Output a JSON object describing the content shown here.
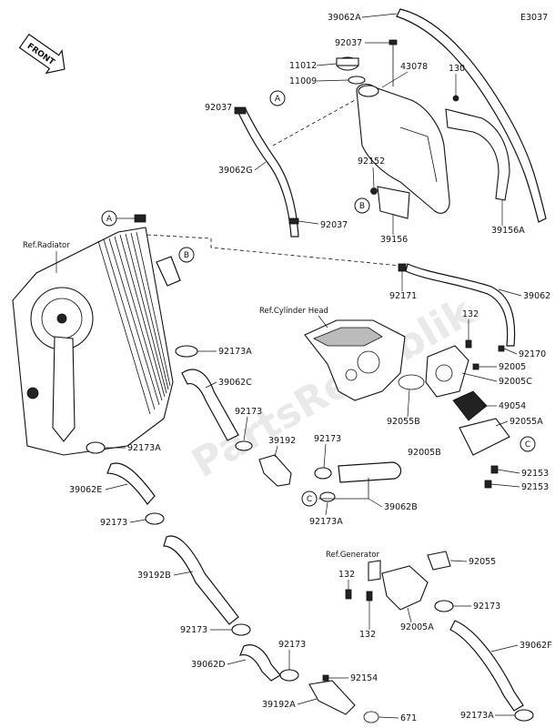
{
  "diagram_id": "E3037",
  "front_label": "FRONT",
  "watermark": "PartsRepublik",
  "references": {
    "radiator": "Ref.Radiator",
    "cylinder_head": "Ref.Cylinder Head",
    "generator": "Ref.Generator"
  },
  "callouts": {
    "a1": "A",
    "a2": "A",
    "b1": "B",
    "b2": "B",
    "c1": "C",
    "c2": "C"
  },
  "part_labels": {
    "p39062A": "39062A",
    "p92037_top": "92037",
    "p11012": "11012",
    "p11009": "11009",
    "p43078": "43078",
    "p130": "130",
    "p92037_left": "92037",
    "p39062G": "39062G",
    "p92152": "92152",
    "p92037_mid": "92037",
    "p39156": "39156",
    "p39156A": "39156A",
    "p92171": "92171",
    "p39062": "39062",
    "p132_top": "132",
    "p92170": "92170",
    "p92005": "92005",
    "p92005C": "92005C",
    "p49054": "49054",
    "p92055A": "92055A",
    "p92055B": "92055B",
    "p92005B": "92005B",
    "p92153_a": "92153",
    "p92153_b": "92153",
    "p92173A_top": "92173A",
    "p39062C": "39062C",
    "p92173_a": "92173",
    "p39192": "39192",
    "p92173_b": "92173",
    "p92173A_left": "92173A",
    "p39062E": "39062E",
    "p39062B": "39062B",
    "p92173A_mid": "92173A",
    "p92173_c": "92173",
    "p39192B": "39192B",
    "p132_mid": "132",
    "p92055": "92055",
    "p92173_d": "92173",
    "p132_low": "132",
    "p92005A": "92005A",
    "p92173_e": "92173",
    "p39062D": "39062D",
    "p92173_f": "92173",
    "p92154": "92154",
    "p39192A": "39192A",
    "p671": "671",
    "p39062F": "39062F",
    "p92173A_bot": "92173A"
  }
}
